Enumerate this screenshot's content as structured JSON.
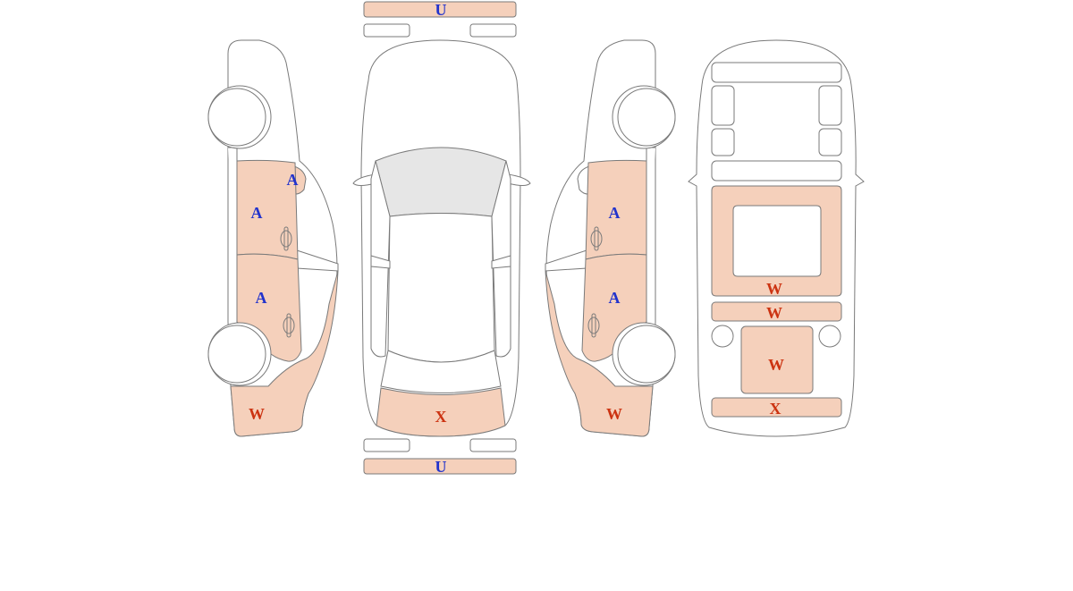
{
  "colors": {
    "outline": "#7a7a7a",
    "damaged_fill": "#f5d0bb",
    "glass_fill": "#e6e6e6",
    "code_blue": "#2233cc",
    "code_red": "#cc3311"
  },
  "views": {
    "left_side": {
      "front_fender": "A",
      "front_door": "A",
      "rear_door": "A",
      "rear_quarter": "W"
    },
    "top": {
      "front_bumper": "U",
      "trunk_lid": "X",
      "rear_bumper": "U"
    },
    "right_side": {
      "front_door": "A",
      "rear_door": "A",
      "rear_quarter": "W"
    },
    "underbody": {
      "center_panel": "W",
      "crossmember_1": "W",
      "rear_floor": "W",
      "rear_crossmember": "X"
    }
  }
}
